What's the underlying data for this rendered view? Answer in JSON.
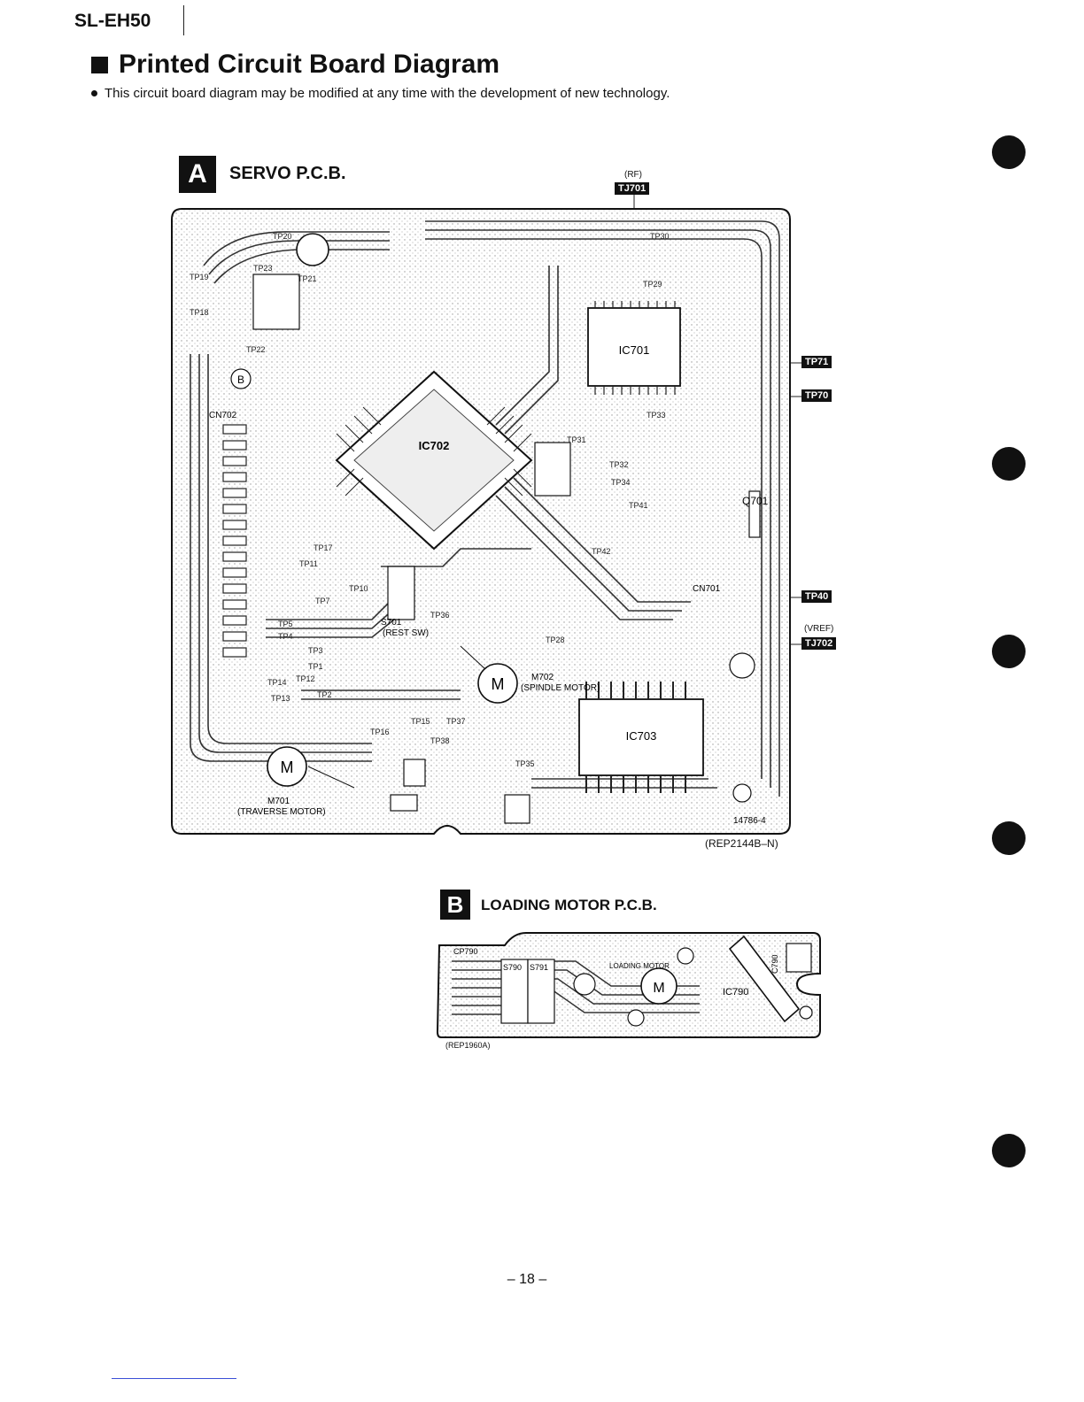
{
  "header": {
    "model": "SL-EH50",
    "title": "Printed Circuit Board Diagram",
    "note": "This circuit board diagram may be modified at any time with the development of new technology."
  },
  "servo_pcb": {
    "badge": "A",
    "title": "SERVO P.C.B.",
    "ref_code": "(REP2144B–N)",
    "board_code": "14786-4",
    "test_points": [
      {
        "tag": "TJ701",
        "label": "(RF)"
      },
      {
        "tag": "TP71",
        "label": ""
      },
      {
        "tag": "TP70",
        "label": ""
      },
      {
        "tag": "TP40",
        "label": ""
      },
      {
        "tag": "TJ702",
        "label": "(VREF)"
      }
    ],
    "components": {
      "ic701": "IC701",
      "ic702": "IC702",
      "ic703": "IC703",
      "m701": "M701",
      "m701_desc": "(TRAVERSE MOTOR)",
      "m702": "M702",
      "m702_desc": "(SPINDLE MOTOR)",
      "s701": "S701",
      "s701_desc": "(REST SW)",
      "cn701": "CN701",
      "cn702": "CN702",
      "q701": "Q701",
      "motor_symbol": "M",
      "connector_b": "B"
    },
    "tp_labels": [
      "TP20",
      "TP23",
      "TP21",
      "TP22",
      "TP19",
      "TP18",
      "TP30",
      "TP29",
      "TP33",
      "TP31",
      "TP32",
      "TP34",
      "TP42",
      "TP17",
      "TP11",
      "TP10",
      "TP7",
      "TP5",
      "TP4",
      "TP3",
      "TP1",
      "TP14",
      "TP12",
      "TP13",
      "TP2",
      "TP16",
      "TP15",
      "TP37",
      "TP38",
      "TP35",
      "TP36",
      "TP28",
      "TP41"
    ]
  },
  "loading_pcb": {
    "badge": "B",
    "title": "LOADING MOTOR P.C.B.",
    "ref_code": "(REP1960A)",
    "components": {
      "cp790": "CP790",
      "s790": "S790",
      "s791": "S791",
      "loading_motor": "LOADING MOTOR",
      "ic790": "IC790",
      "c790": "C790",
      "motor_symbol": "M"
    }
  },
  "footer": {
    "page_number": "– 18 –"
  }
}
